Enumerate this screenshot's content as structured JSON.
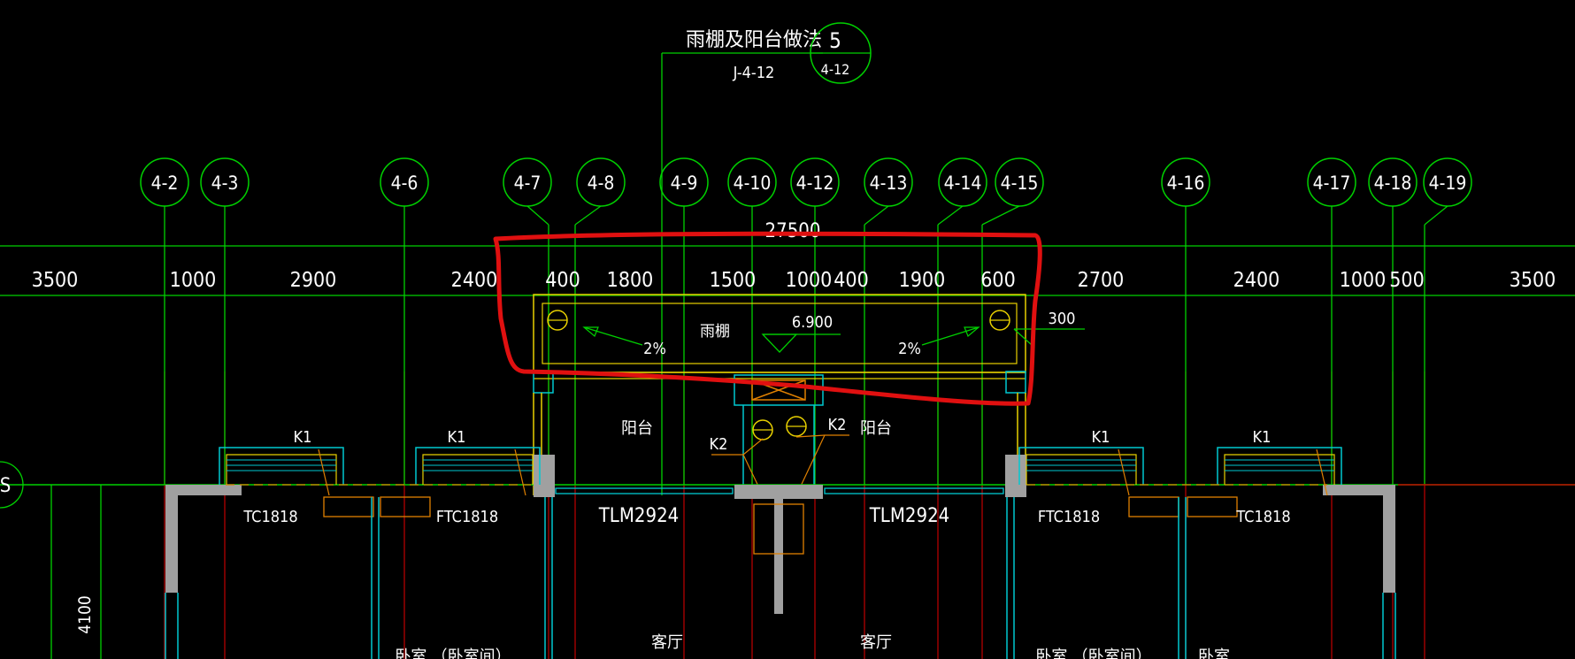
{
  "title": {
    "label": "雨棚及阳台做法",
    "ref": "J-4-12",
    "detail_no": "5",
    "detail_sheet": "4-12"
  },
  "grid_axes": [
    "4-2",
    "4-3",
    "4-6",
    "4-7",
    "4-8",
    "4-9",
    "4-10",
    "4-12",
    "4-13",
    "4-14",
    "4-15",
    "4-16",
    "4-17",
    "4-18",
    "4-19"
  ],
  "dimensions": {
    "overall": "27500",
    "segments": [
      "3500",
      "1000",
      "2900",
      "2400",
      "400",
      "1800",
      "1500",
      "1000",
      "400",
      "1900",
      "600",
      "2700",
      "2400",
      "1000",
      "500",
      "3500"
    ],
    "vertical": "4100"
  },
  "canopy": {
    "label": "雨棚",
    "elevation": "6.900",
    "slope_left": "2%",
    "slope_right": "2%",
    "edge_dim": "300"
  },
  "rooms": {
    "balcony_left": "阳台",
    "balcony_right": "阳台",
    "living_left": "客厅",
    "living_right": "客厅",
    "bedroom_a": "卧室 （卧室间）",
    "bedroom_b": "卧室 （卧室间）",
    "bedroom_c": "卧室"
  },
  "windows": {
    "k1_a": "K1",
    "k1_b": "K1",
    "k1_c": "K1",
    "k1_d": "K1",
    "k2_left": "K2",
    "k2_right": "K2",
    "tc1818_left": "TC1818",
    "ftc1818_left": "FTC1818",
    "tlm2924_left": "TLM2924",
    "tlm2924_right": "TLM2924",
    "ftc1818_right": "FTC1818",
    "tc1818_right": "TC1818"
  },
  "side_bubble": "S",
  "colors": {
    "background": "#000000",
    "grid": "#00d000",
    "axis_red": "#c00000",
    "wall_cyan": "#00c8d0",
    "yellow": "#e8d000",
    "orange": "#e08000",
    "text": "#ffffff",
    "highlight": "#e01010",
    "gray": "#a0a0a0"
  }
}
